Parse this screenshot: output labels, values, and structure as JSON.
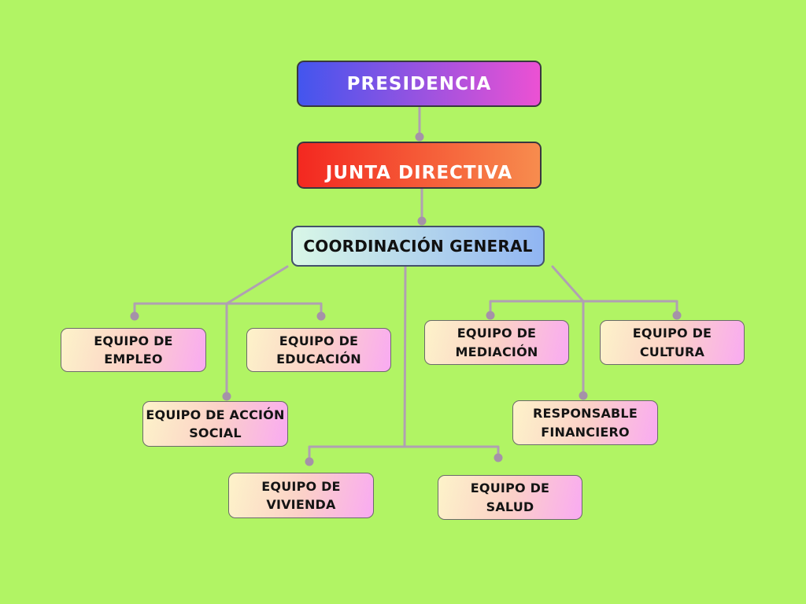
{
  "diagram": {
    "type": "org-chart",
    "background_color": "#b1f464",
    "connector_color": "#b0a0b2",
    "connector_dot_color": "#a592a8",
    "nodes": [
      {
        "id": "presidencia",
        "label": "PRESIDENCIA",
        "level": 1,
        "gradient": [
          "#4355ee",
          "#ec51d3"
        ],
        "text_color": "#ffffff"
      },
      {
        "id": "junta-directiva",
        "label": "JUNTA DIRECTIVA",
        "level": 2,
        "gradient": [
          "#f32820",
          "#f78c4e"
        ],
        "text_color": "#ffffff"
      },
      {
        "id": "coordinacion-general",
        "label": "COORDINACIÓN GENERAL",
        "level": 3,
        "gradient": [
          "#d9f7e7",
          "#90b5f2"
        ],
        "text_color": "#111111"
      },
      {
        "id": "equipo-empleo",
        "label": "EQUIPO DE\nEMPLEO",
        "level": 4,
        "gradient": [
          "#fdf3c9",
          "#f9aaf2"
        ],
        "text_color": "#141414"
      },
      {
        "id": "equipo-educacion",
        "label": "EQUIPO DE\nEDUCACIÓN",
        "level": 4,
        "gradient": [
          "#fdf3c9",
          "#f9aaf2"
        ],
        "text_color": "#141414"
      },
      {
        "id": "equipo-mediacion",
        "label": "EQUIPO DE\nMEDIACIÓN",
        "level": 4,
        "gradient": [
          "#fdf3c9",
          "#f9aaf2"
        ],
        "text_color": "#141414"
      },
      {
        "id": "equipo-cultura",
        "label": "EQUIPO DE\nCULTURA",
        "level": 4,
        "gradient": [
          "#fdf3c9",
          "#f9aaf2"
        ],
        "text_color": "#141414"
      },
      {
        "id": "equipo-accion-social",
        "label": "EQUIPO DE ACCIÓN\nSOCIAL",
        "level": 4,
        "gradient": [
          "#fdf3c9",
          "#f9aaf2"
        ],
        "text_color": "#141414"
      },
      {
        "id": "responsable-financiero",
        "label": "RESPONSABLE\nFINANCIERO",
        "level": 4,
        "gradient": [
          "#fdf3c9",
          "#f9aaf2"
        ],
        "text_color": "#141414"
      },
      {
        "id": "equipo-vivienda",
        "label": "EQUIPO DE\nVIVIENDA",
        "level": 4,
        "gradient": [
          "#fdf3c9",
          "#f9aaf2"
        ],
        "text_color": "#141414"
      },
      {
        "id": "equipo-salud",
        "label": "EQUIPO DE\nSALUD",
        "level": 4,
        "gradient": [
          "#fdf3c9",
          "#f9aaf2"
        ],
        "text_color": "#141414"
      }
    ],
    "edges": [
      {
        "from": "presidencia",
        "to": "junta-directiva"
      },
      {
        "from": "junta-directiva",
        "to": "coordinacion-general"
      },
      {
        "from": "coordinacion-general",
        "to": "equipo-empleo"
      },
      {
        "from": "coordinacion-general",
        "to": "equipo-educacion"
      },
      {
        "from": "coordinacion-general",
        "to": "equipo-accion-social"
      },
      {
        "from": "coordinacion-general",
        "to": "equipo-mediacion"
      },
      {
        "from": "coordinacion-general",
        "to": "equipo-cultura"
      },
      {
        "from": "coordinacion-general",
        "to": "responsable-financiero"
      },
      {
        "from": "coordinacion-general",
        "to": "equipo-vivienda"
      },
      {
        "from": "coordinacion-general",
        "to": "equipo-salud"
      }
    ]
  }
}
